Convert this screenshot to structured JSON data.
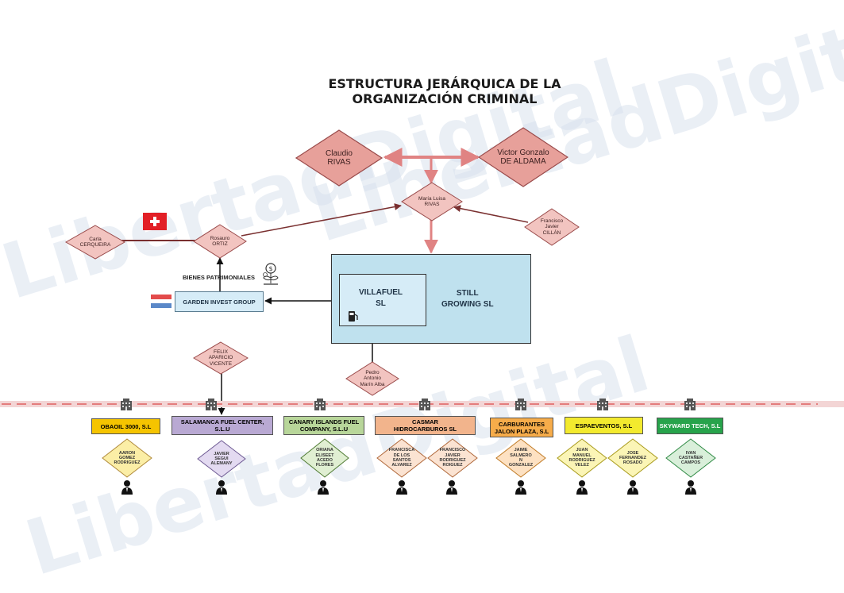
{
  "title": {
    "line1": "ESTRUCTURA JERÁRQUICA DE LA",
    "line2": "ORGANIZACIÓN CRIMINAL"
  },
  "watermark": "LibertadDigital",
  "people": {
    "claudio": [
      "Claudio",
      "RIVAS"
    ],
    "victor": [
      "Victor Gonzalo",
      "DE ALDAMA"
    ],
    "maria": [
      "María Luisa",
      "RIVAS"
    ],
    "francisco_cillan": [
      "Francisco",
      "Javier",
      "CILLÁN"
    ],
    "carla": [
      "Carla",
      "CERQUEIRA"
    ],
    "rosauro": [
      "Rosauro",
      "ORTIZ"
    ],
    "felix": [
      "FELIX",
      "APARICIO",
      "VICENTE"
    ],
    "pedro": [
      "Pedro",
      "Antonio",
      "Marín Alba"
    ]
  },
  "entities": {
    "bienes_label": "BIENES PATRIMONIALES",
    "garden": "GARDEN INVEST GROUP",
    "villafuel": [
      "VILLAFUEL",
      "SL"
    ],
    "still": [
      "STILL",
      "GROWING SL"
    ]
  },
  "companies": [
    {
      "name": [
        "OBAOIL 3000, S.L"
      ],
      "bg": "#f5c400"
    },
    {
      "name": [
        "SALAMANCA FUEL CENTER,",
        "S.L.U"
      ],
      "bg": "#b9a9d3"
    },
    {
      "name": [
        "CANARY ISLANDS FUEL",
        "COMPANY, S.L.U"
      ],
      "bg": "#b8d69a"
    },
    {
      "name": [
        "CASMAR",
        "HIDROCARBUROS SL"
      ],
      "bg": "#f2b48c"
    },
    {
      "name": [
        "CARBURANTES",
        "JALON PLAZA, S.L"
      ],
      "bg": "#f6ac4a"
    },
    {
      "name": [
        "ESPAEVENTOS, S.L"
      ],
      "bg": "#f3ea2e"
    },
    {
      "name": [
        "SKYWARD TECH, S.L"
      ],
      "bg": "#27a34b"
    }
  ],
  "admins": [
    {
      "name": [
        "AARON",
        "GOMEZ",
        "RODRIGUEZ"
      ],
      "fill": "#fbeea6"
    },
    {
      "name": [
        "JAVIER",
        "SEGUI",
        "ALEMANY"
      ],
      "fill": "#e3daf1"
    },
    {
      "name": [
        "ORIANA",
        "ELISEET",
        "ACEDO",
        "FLORES"
      ],
      "fill": "#e0efd2"
    },
    {
      "name": [
        "FRANCISCA",
        "DE LOS",
        "SANTOS",
        "ALVAREZ"
      ],
      "fill": "#fbe3d2"
    },
    {
      "name": [
        "FRANCISCO",
        "JAVIER",
        "RODRIGUEZ",
        "ROIGUEZ"
      ],
      "fill": "#fbe3d2"
    },
    {
      "name": [
        "JAIME",
        "SALMERO",
        "N",
        "GONZALEZ"
      ],
      "fill": "#fde1c2"
    },
    {
      "name": [
        "JUAN",
        "MANUEL",
        "RODRIGUEZ",
        "VELEZ"
      ],
      "fill": "#fbf5b6"
    },
    {
      "name": [
        "JOSE",
        "FERNANDEZ",
        "ROSADO"
      ],
      "fill": "#fbf5b6"
    },
    {
      "name": [
        "IVAN",
        "CASTAÑER",
        "CAMPOS"
      ],
      "fill": "#d9efda"
    }
  ],
  "colors": {
    "leader_fill": "#e7a09a",
    "leader_stroke": "#9a4b4b",
    "link_red": "#e08383",
    "mid_fill": "#f2c4c0",
    "company_box": "#bfe1ee",
    "garden_box": "#d6ecf7"
  },
  "icons": [
    "swiss-flag-icon",
    "dutch-flag-icon",
    "money-tree-icon",
    "fuel-pump-icon",
    "building-icon",
    "person-icon"
  ]
}
